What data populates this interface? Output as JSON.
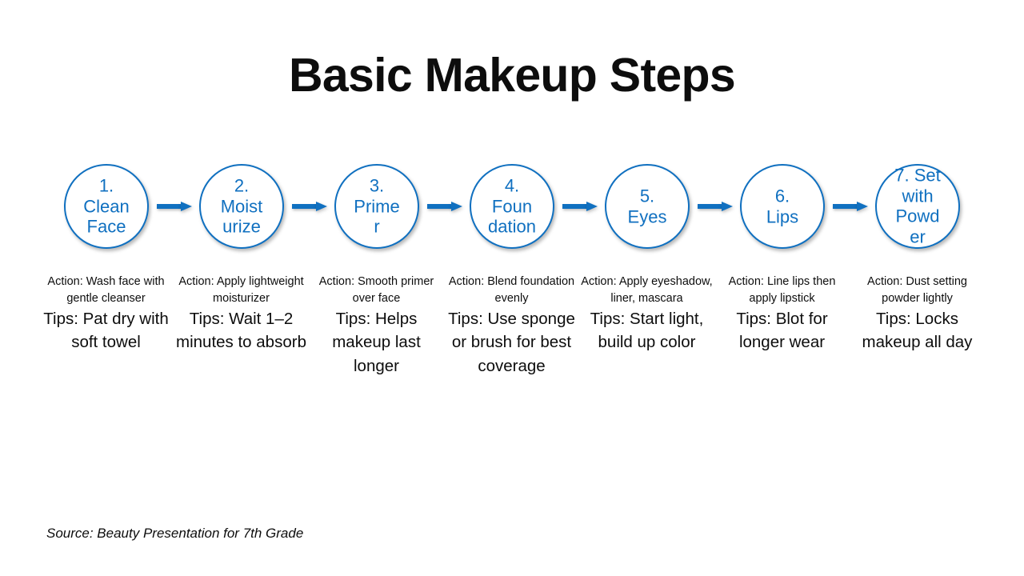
{
  "slide": {
    "title": "Basic Makeup Steps",
    "accent_color": "#1070c0",
    "text_color": "#0d0d0d",
    "background_color": "#ffffff",
    "source_note": "Source: Beauty Presentation for 7th Grade"
  },
  "arrow": {
    "icon": "arrow-right-icon"
  },
  "steps": [
    {
      "circle_label": "1. Clean Face",
      "action": "Action: Wash face with gentle cleanser",
      "tips": "Tips: Pat dry with soft towel"
    },
    {
      "circle_label": "2. Moisturize",
      "action": "Action: Apply lightweight moisturizer",
      "tips": "Tips: Wait 1–2 minutes to absorb"
    },
    {
      "circle_label": "3. Primer",
      "action": "Action: Smooth primer over face",
      "tips": "Tips: Helps makeup last longer"
    },
    {
      "circle_label": "4. Foundation",
      "action": "Action: Blend foundation evenly",
      "tips": "Tips: Use sponge or brush for best coverage"
    },
    {
      "circle_label": "5. Eyes",
      "action": "Action: Apply eyeshadow, liner, mascara",
      "tips": "Tips: Start light, build up color"
    },
    {
      "circle_label": "6. Lips",
      "action": "Action: Line lips then apply lipstick",
      "tips": "Tips: Blot for longer wear"
    },
    {
      "circle_label": "7. Set with Powder",
      "action": "Action: Dust setting powder lightly",
      "tips": "Tips: Locks makeup all day"
    }
  ]
}
